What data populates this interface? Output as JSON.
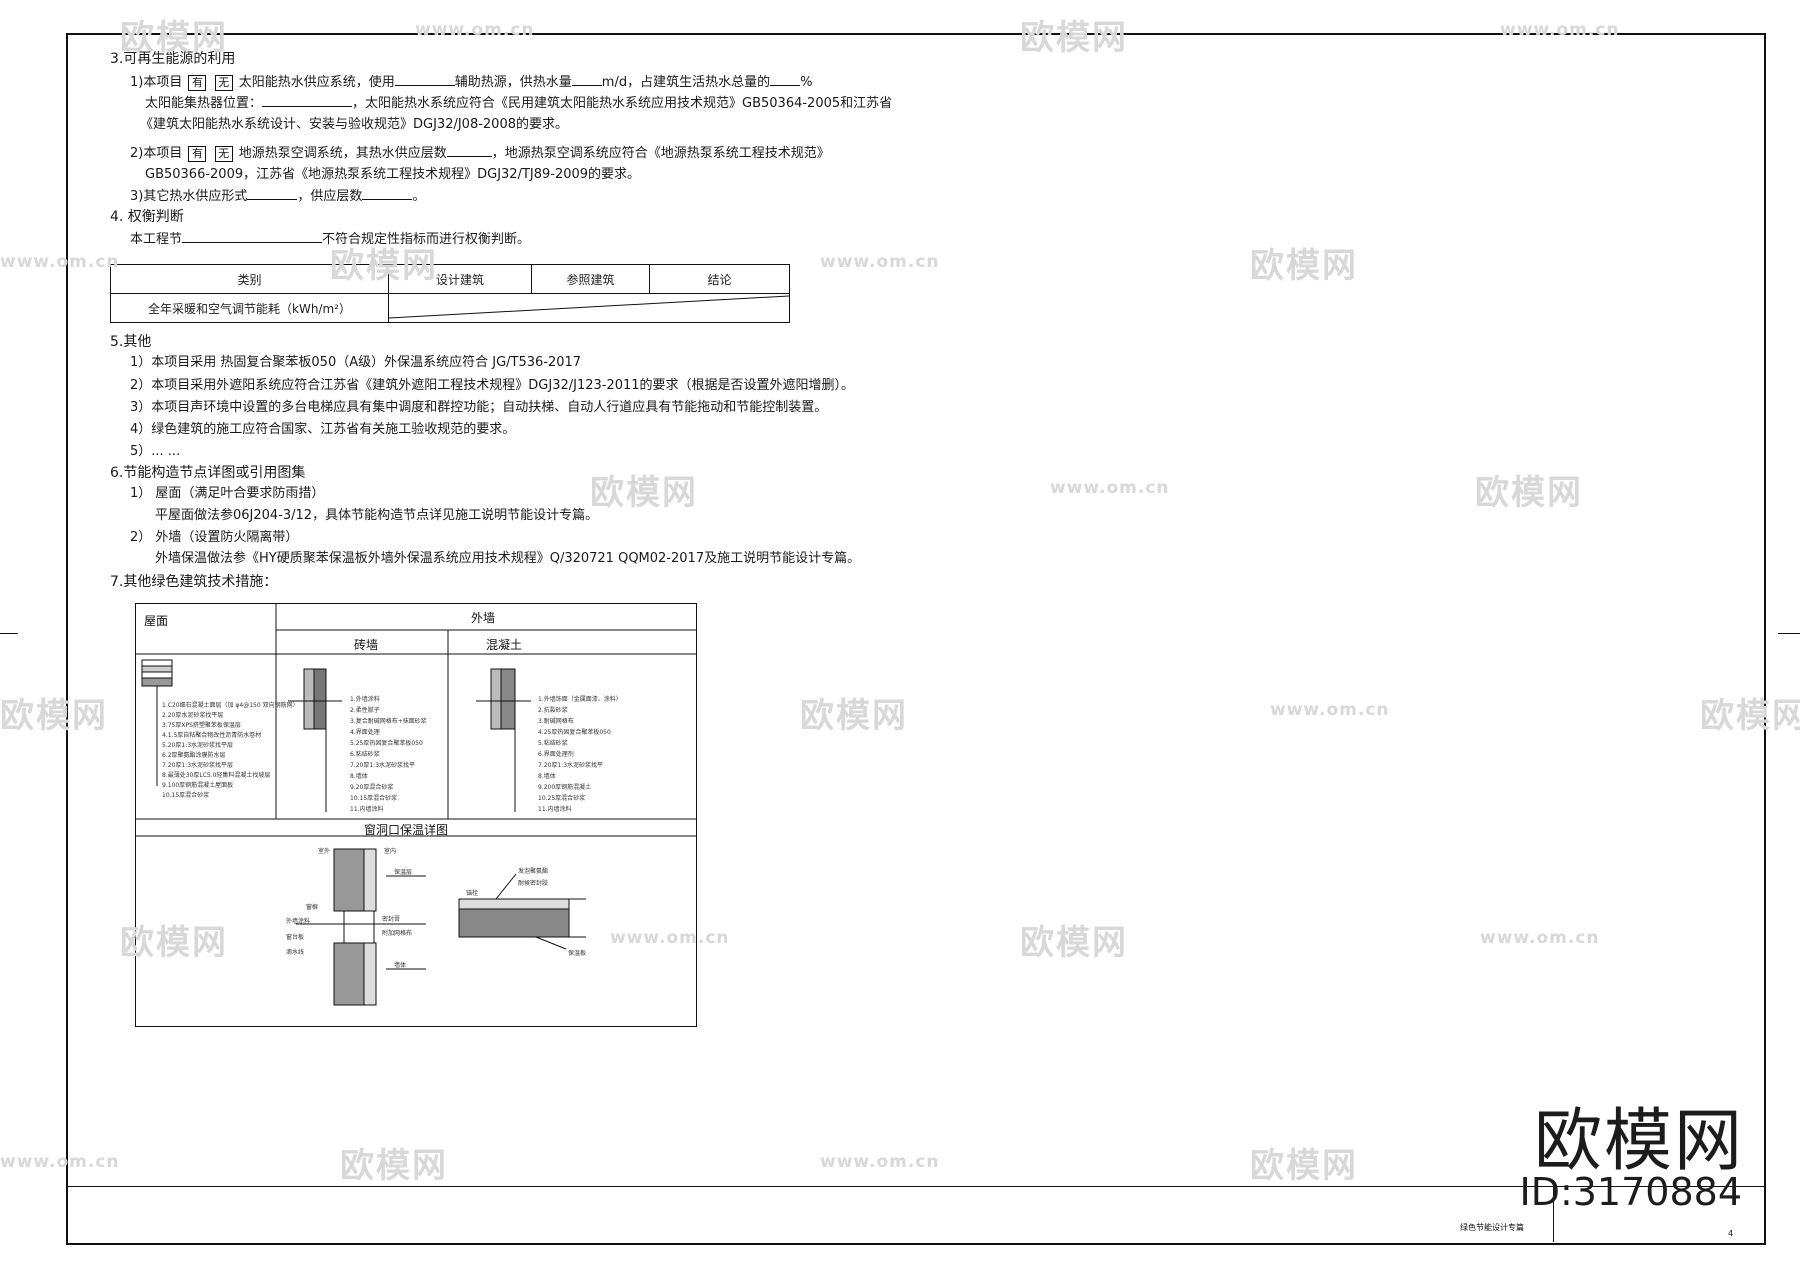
{
  "sections": {
    "s3": {
      "title": "3.可再生能源的利用",
      "l1_prefix": "1)本项目",
      "l1_box1": "有",
      "l1_box2": "无",
      "l1_text": "太阳能热水供应系统，使用",
      "l1_mid": "辅助热源，供热水量",
      "l1_unit": "m/d，占建筑生活热水总量的",
      "l1_pct": "%",
      "l2_prefix": "太阳能集热器位置：",
      "l2_text": "，太阳能热水系统应符合《民用建筑太阳能热水系统应用技术规范》GB50364-2005和江苏省",
      "l3_text": "《建筑太阳能热水系统设计、安装与验收规范》DGJ32/J08-2008的要求。",
      "l4_prefix": "2)本项目",
      "l4_box1": "有",
      "l4_box2": "无",
      "l4_text": "地源热泵空调系统，其热水供应层数",
      "l4_tail": "，地源热泵空调系统应符合《地源热泵系统工程技术规范》",
      "l5_text": "GB50366-2009，江苏省《地源热泵系统工程技术规程》DGJ32/TJ89-2009的要求。",
      "l6_text": "3)其它热水供应形式",
      "l6_mid": "，供应层数",
      "l6_end": "。"
    },
    "s4": {
      "title": "4. 权衡判断",
      "line_prefix": "本工程节",
      "line_suffix": "不符合规定性指标而进行权衡判断。"
    },
    "table": {
      "headers": [
        "类别",
        "设计建筑",
        "参照建筑",
        "结论"
      ],
      "row_label": "全年采暖和空气调节能耗（kWh/m²）"
    },
    "s5": {
      "title": "5.其他",
      "items": [
        "1）本项目采用 热固复合聚苯板050（A级）外保温系统应符合 JG/T536-2017",
        "2）本项目采用外遮阳系统应符合江苏省《建筑外遮阳工程技术规程》DGJ32/J123-2011的要求（根据是否设置外遮阳增删）。",
        "3）本项目声环境中设置的多台电梯应具有集中调度和群控功能；自动扶梯、自动人行道应具有节能拖动和节能控制装置。",
        "4）绿色建筑的施工应符合国家、江苏省有关施工验收规范的要求。",
        "5）... ..."
      ]
    },
    "s6": {
      "title": "6.节能构造节点详图或引用图集",
      "items": [
        "1）  屋面（满足叶合要求防雨措）",
        "平屋面做法参06J204-3/12，具体节能构造节点详见施工说明节能设计专篇。",
        "2）  外墙（设置防火隔离带）",
        "外墙保温做法参《HY硬质聚苯保温板外墙外保温系统应用技术规程》Q/320721 QQM02-2017及施工说明节能设计专篇。"
      ]
    },
    "s7": {
      "title": "7.其他绿色建筑技术措施："
    }
  },
  "detail": {
    "roof_label": "屋面",
    "wall_label": "外墙",
    "brick_label": "砖墙",
    "concrete_label": "混凝土",
    "window_title": "窗洞口保温详图",
    "roof_layers": [
      "1.C20细石混凝土面层（加 φ4@150 双向钢筋网）",
      "2.20厚水泥砂浆找平层",
      "3.75厚XPS挤塑聚苯板保温层",
      "4.1.5厚自粘聚合物改性沥青防水卷材",
      "5.20厚1:3水泥砂浆找平层",
      "6.2厚聚氨酯涂膜防水层",
      "7.20厚1:3水泥砂浆找平层",
      "8.最薄处30厚LC5.0轻集料混凝土找坡层",
      "9.100厚钢筋混凝土屋面板",
      "10.15厚混合砂浆"
    ],
    "brick_layers": [
      "1.外墙涂料",
      "2.柔性腻子",
      "3.复合耐碱网格布+抹面砂浆",
      "4.界面处理",
      "5.25厚热固复合聚苯板050",
      "6.粘结砂浆",
      "7.20厚1:3水泥砂浆找平",
      "8.墙体",
      "9.20厚混合砂浆",
      "10.15厚混合砂浆",
      "11.内墙涂料"
    ],
    "concrete_layers": [
      "1.外墙饰面（金属面漆、涂料）",
      "2.抗裂砂浆",
      "3.耐碱网格布",
      "4.25厚热固复合聚苯板050",
      "5.粘结砂浆",
      "6.界面处理剂",
      "7.20厚1:3水泥砂浆找平",
      "8.墙体",
      "9.200厚钢筋混凝土",
      "10.25厚混合砂浆",
      "11.内墙涂料"
    ],
    "window_labels": [
      "室外",
      "室内",
      "窗框",
      "保温层",
      "墙体",
      "外墙涂料",
      "窗台板",
      "滴水线",
      "密封膏",
      "附加网格布",
      "锚栓",
      "发泡聚氨酯",
      "耐候密封胶",
      "保温板"
    ]
  },
  "title_block": {
    "drawing_name": "绿色节能设计专篇",
    "sheet_no": "4"
  },
  "watermark": {
    "logo_text": "欧模网",
    "url_text": "www.om.cn",
    "brand": "欧模网",
    "id": "ID:3170884"
  }
}
